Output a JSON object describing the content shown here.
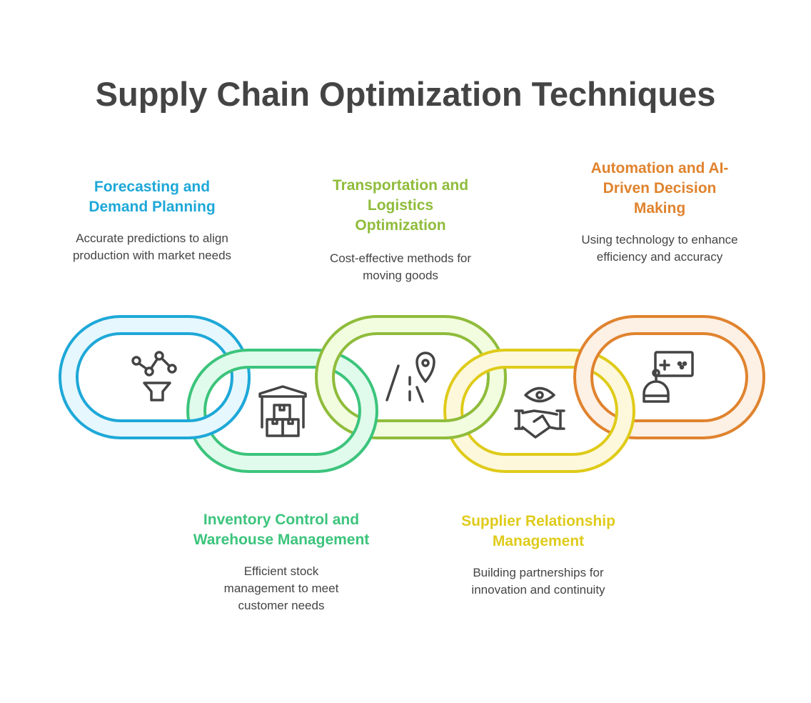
{
  "title": "Supply Chain Optimization Techniques",
  "items": [
    {
      "title": "Forecasting and Demand Planning",
      "desc": "Accurate predictions to align production with market needs",
      "icon": "chart-funnel-icon",
      "color": "#1ea8d8",
      "light": "#e6f7fd"
    },
    {
      "title": "Inventory Control and Warehouse Management",
      "desc": "Efficient stock management to meet customer needs",
      "icon": "warehouse-icon",
      "color": "#3cc47c",
      "light": "#e0fbec"
    },
    {
      "title": "Transportation and Logistics Optimization",
      "desc": "Cost-effective methods for moving goods",
      "icon": "road-pin-icon",
      "color": "#8fbc3b",
      "light": "#f2fcdf"
    },
    {
      "title": "Supplier Relationship Management",
      "desc": "Building partnerships for innovation and continuity",
      "icon": "handshake-eye-icon",
      "color": "#dfcb1a",
      "light": "#fdf8dc"
    },
    {
      "title": "Automation and AI-Driven Decision Making",
      "desc": "Using technology to enhance efficiency and accuracy",
      "icon": "robot-icon",
      "color": "#e0832e",
      "light": "#fdf0e4"
    }
  ]
}
